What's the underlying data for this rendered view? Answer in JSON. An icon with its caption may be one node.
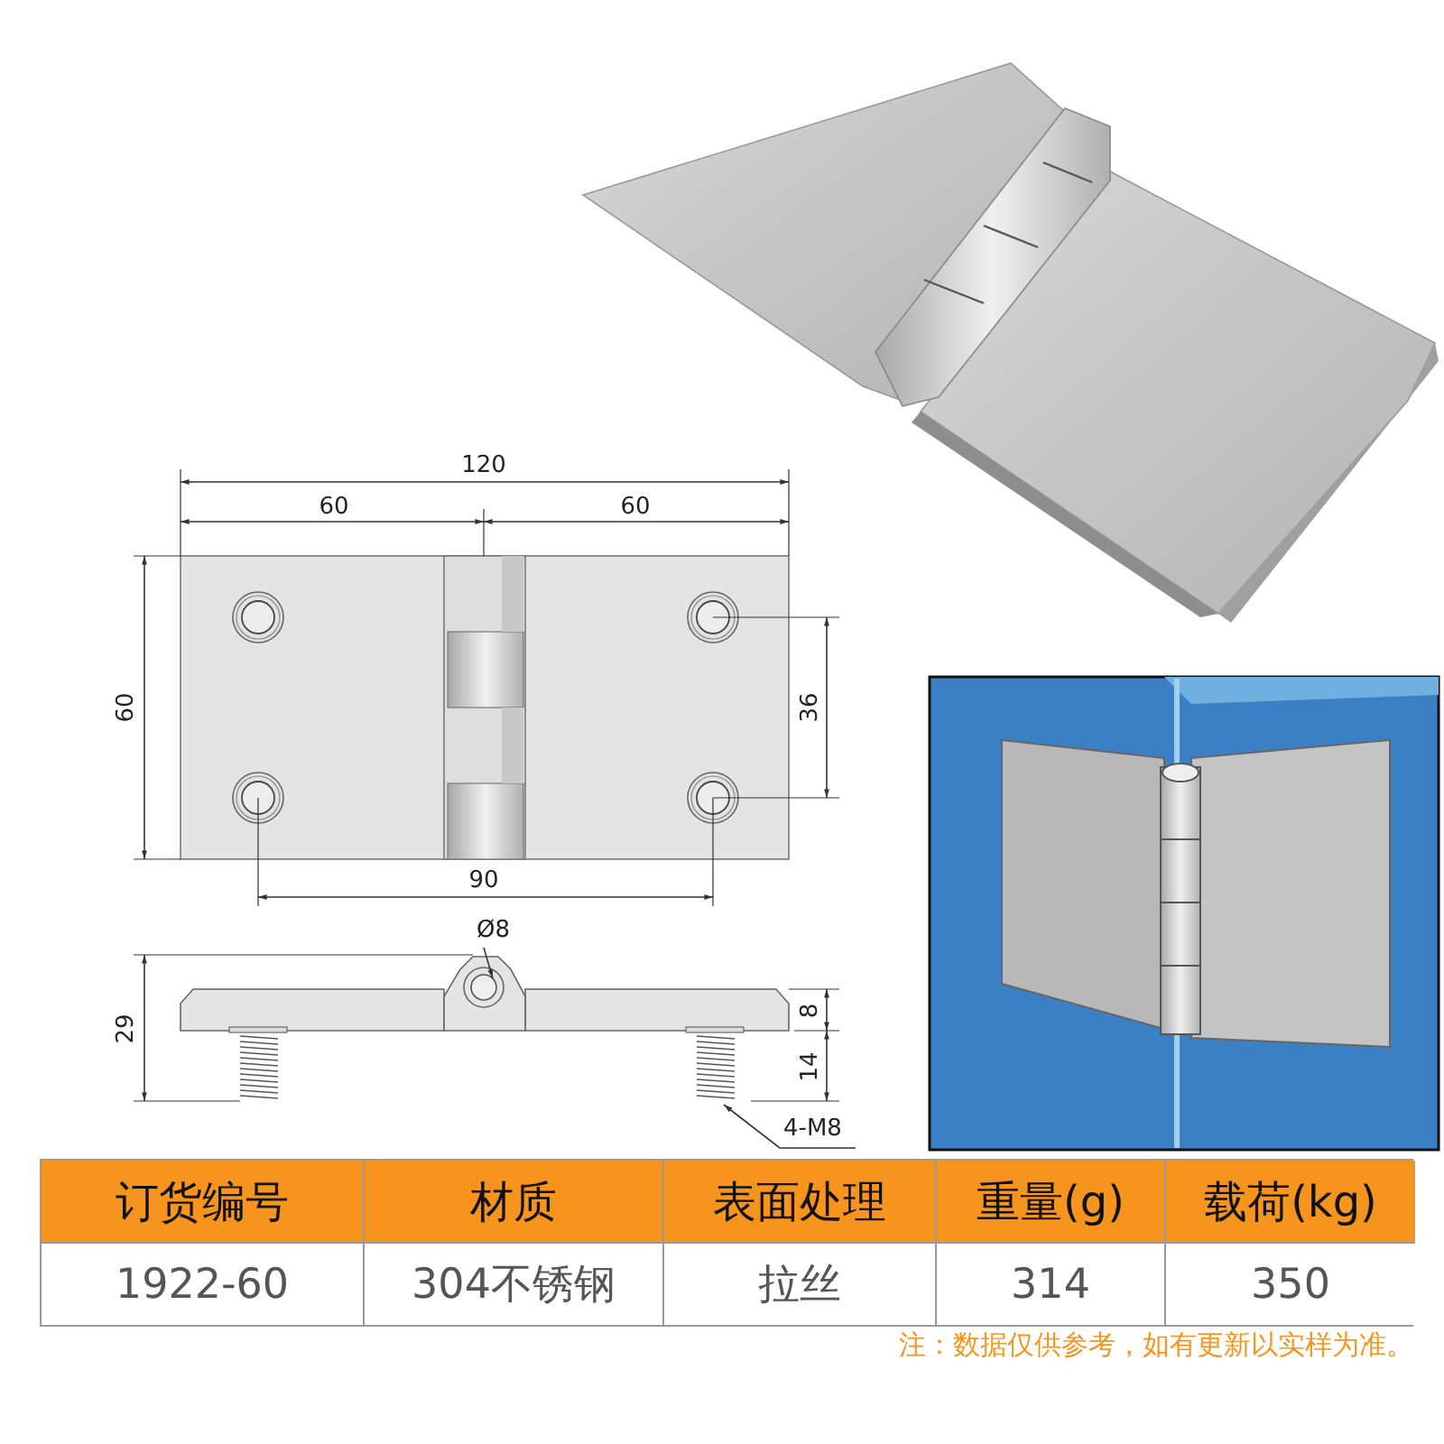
{
  "diagram": {
    "nodes": [
      {
        "text": [
          "Ø8"
        ]
      },
      {
        "text": [],
        "shape": "circle"
      },
      {
        "text": [
          "4-M8"
        ]
      },
      {
        "text": [],
        "shape": "bar"
      }
    ],
    "edges": [
      {
        "from": 0,
        "to": 1,
        "arrow": "to"
      },
      {
        "from": 2,
        "to": 3,
        "arrow": "to"
      }
    ],
    "labels": [
      "120",
      "60",
      "60",
      "60",
      "36",
      "90",
      "29",
      "8",
      "14",
      "订货编号",
      "材质",
      "表面处理",
      "重量(g)",
      "载荷(kg)",
      "1922-60",
      "304不锈钢",
      "拉丝",
      "314",
      "350",
      "注：数据仅供参考，如有更新以实样为准。"
    ]
  }
}
